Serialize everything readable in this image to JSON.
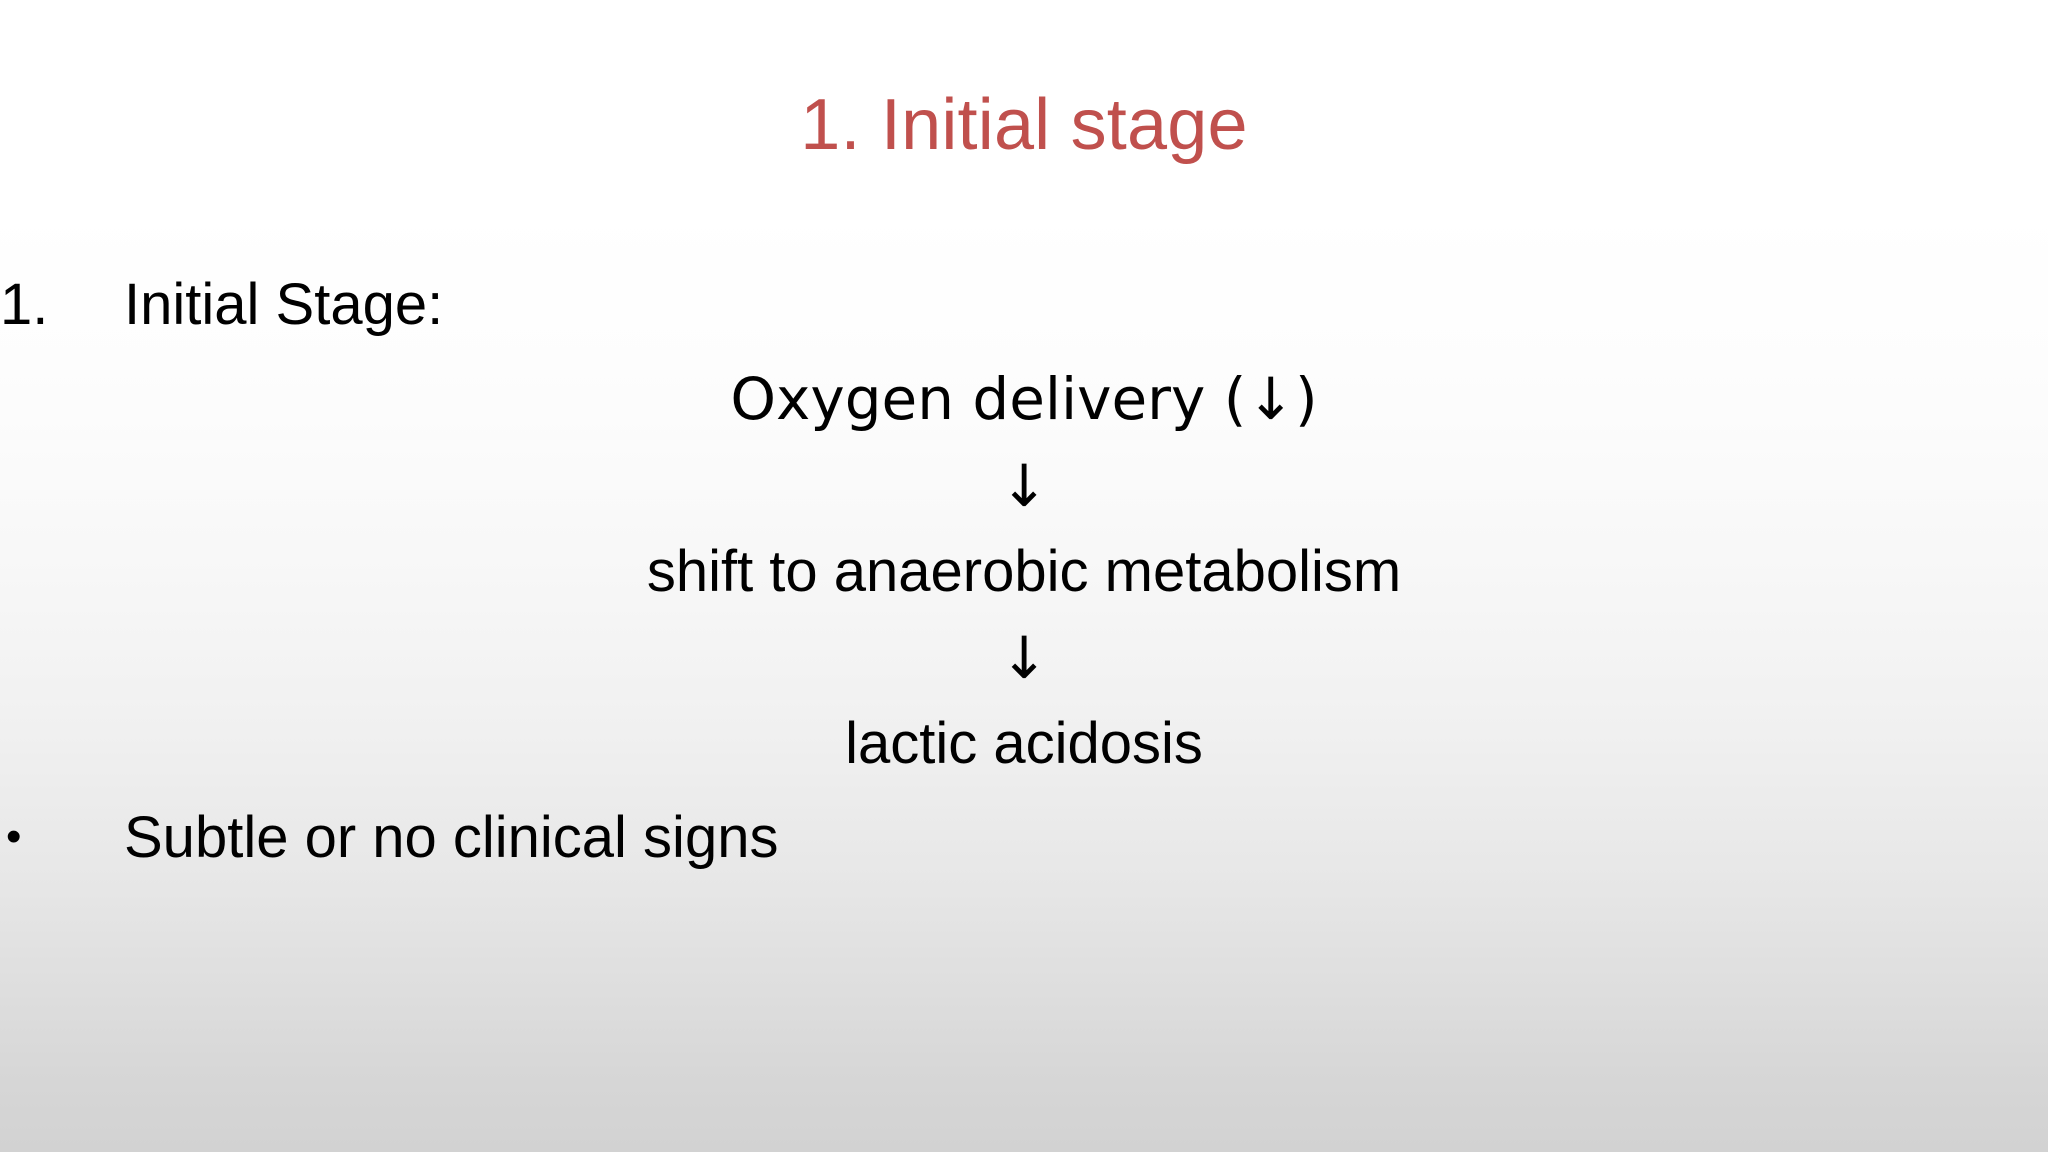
{
  "slide": {
    "title": "1. Initial stage",
    "title_color": "#c0504d",
    "body_text_color": "#000000",
    "background": {
      "top_color": "#ffffff",
      "bottom_color": "#d2d2d2"
    },
    "content": [
      {
        "kind": "numbered",
        "marker": "1.",
        "text": "Initial Stage:",
        "align": "left"
      },
      {
        "kind": "plain",
        "marker": "",
        "text": "Oxygen delivery (↓)",
        "align": "center"
      },
      {
        "kind": "arrow",
        "marker": "",
        "text": "↓",
        "align": "center"
      },
      {
        "kind": "plain",
        "marker": "",
        "text": "shift to anaerobic metabolism",
        "align": "center"
      },
      {
        "kind": "arrow",
        "marker": "",
        "text": "↓",
        "align": "center"
      },
      {
        "kind": "plain",
        "marker": "",
        "text": "lactic acidosis",
        "align": "center"
      },
      {
        "kind": "bulleted",
        "marker": "•",
        "text": "Subtle or no clinical signs",
        "align": "left"
      }
    ]
  }
}
